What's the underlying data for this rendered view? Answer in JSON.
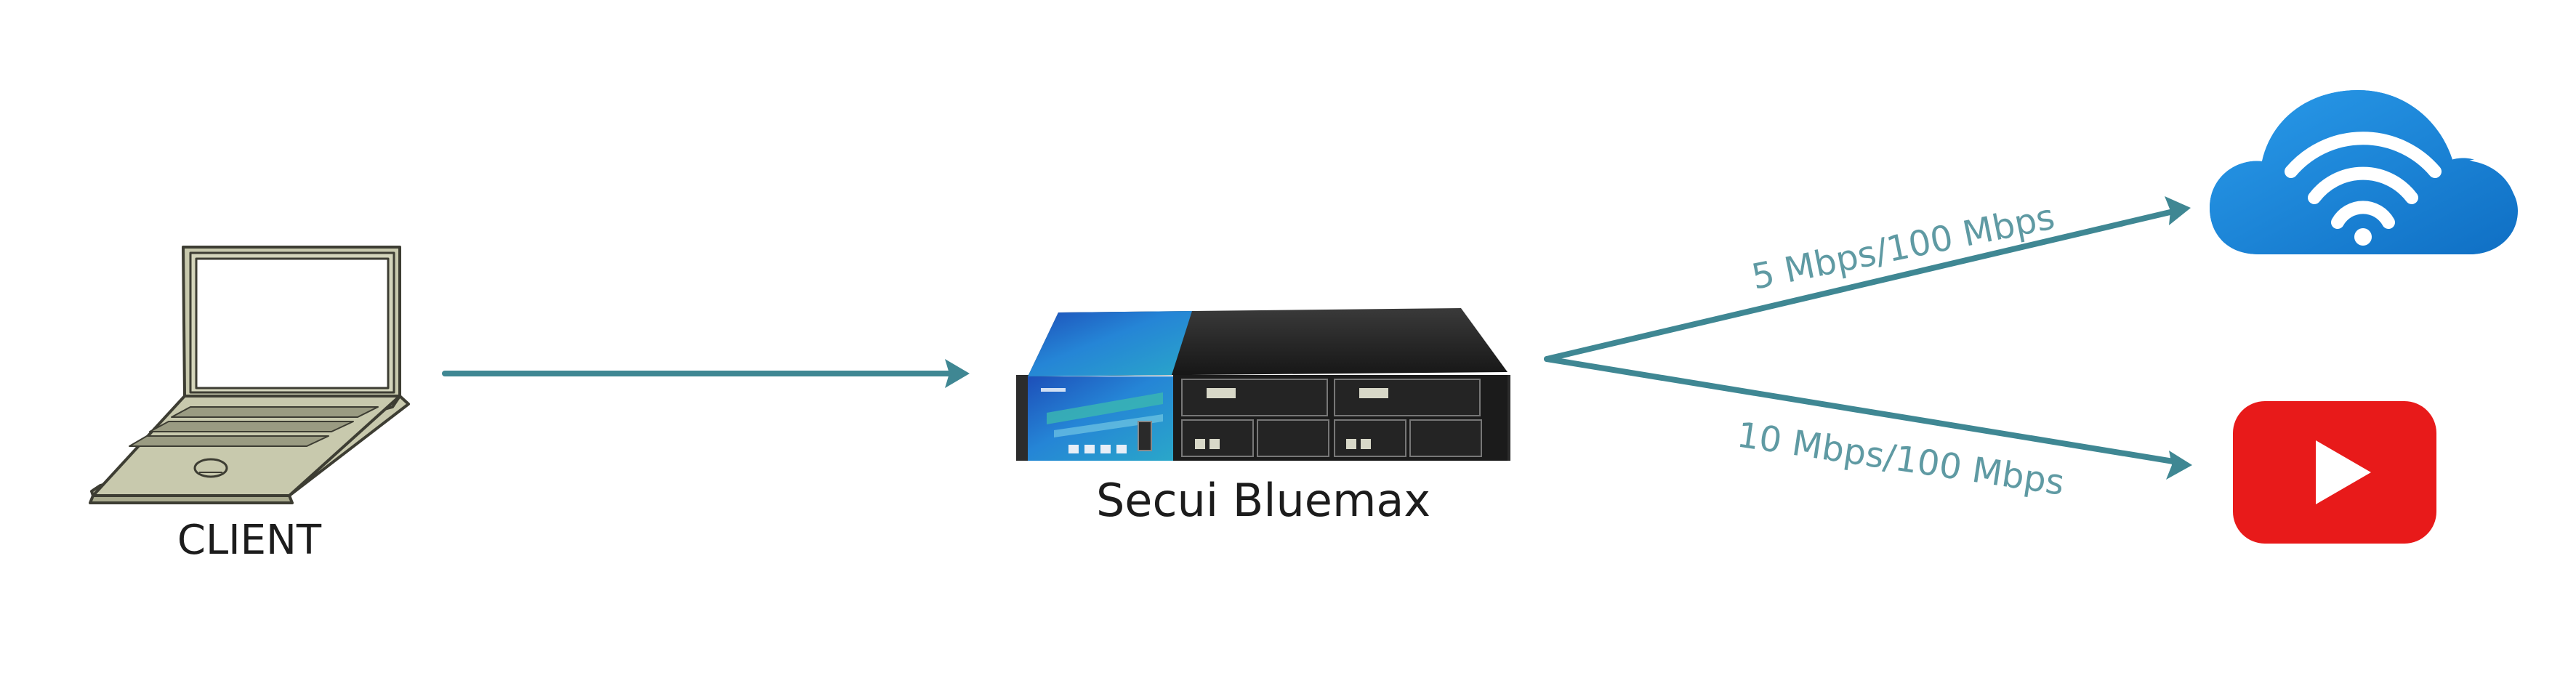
{
  "nodes": {
    "client": {
      "label": "CLIENT",
      "icon": "laptop-icon"
    },
    "firewall": {
      "label": "Secui Bluemax",
      "icon": "firewall-appliance-icon"
    },
    "wifi_cloud": {
      "icon": "wifi-cloud-icon"
    },
    "youtube": {
      "icon": "youtube-icon"
    }
  },
  "links": {
    "client_to_firewall": {
      "label": ""
    },
    "to_wifi": {
      "label": "5 Mbps/100 Mbps"
    },
    "to_youtube": {
      "label": "10 Mbps/100 Mbps"
    }
  },
  "colors": {
    "link": "#3f8793",
    "link_label": "#5f9aa3",
    "laptop_body": "#c8c9ad",
    "laptop_outline": "#3d3d33",
    "cloud_blue": "#1a86d8",
    "youtube_red": "#e81a1a",
    "appliance_blue": "#1f63c8",
    "appliance_dark": "#1b1b1b"
  }
}
